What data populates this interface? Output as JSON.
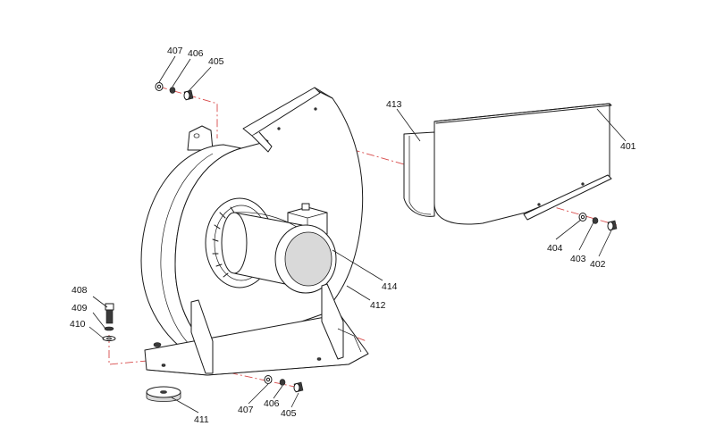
{
  "callouts": [
    {
      "id": "c407a",
      "text": "407"
    },
    {
      "id": "c406a",
      "text": "406"
    },
    {
      "id": "c405a",
      "text": "405"
    },
    {
      "id": "c413",
      "text": "413"
    },
    {
      "id": "c401",
      "text": "401"
    },
    {
      "id": "c404",
      "text": "404"
    },
    {
      "id": "c403",
      "text": "403"
    },
    {
      "id": "c402",
      "text": "402"
    },
    {
      "id": "c414",
      "text": "414"
    },
    {
      "id": "c412",
      "text": "412"
    },
    {
      "id": "c408",
      "text": "408"
    },
    {
      "id": "c409",
      "text": "409"
    },
    {
      "id": "c410",
      "text": "410"
    },
    {
      "id": "c407b",
      "text": "407"
    },
    {
      "id": "c406b",
      "text": "406"
    },
    {
      "id": "c405b",
      "text": "405"
    },
    {
      "id": "c411",
      "text": "411"
    }
  ],
  "colors": {
    "line": "#1a1a1a",
    "centerline": "#d84a4a",
    "background": "#ffffff"
  }
}
